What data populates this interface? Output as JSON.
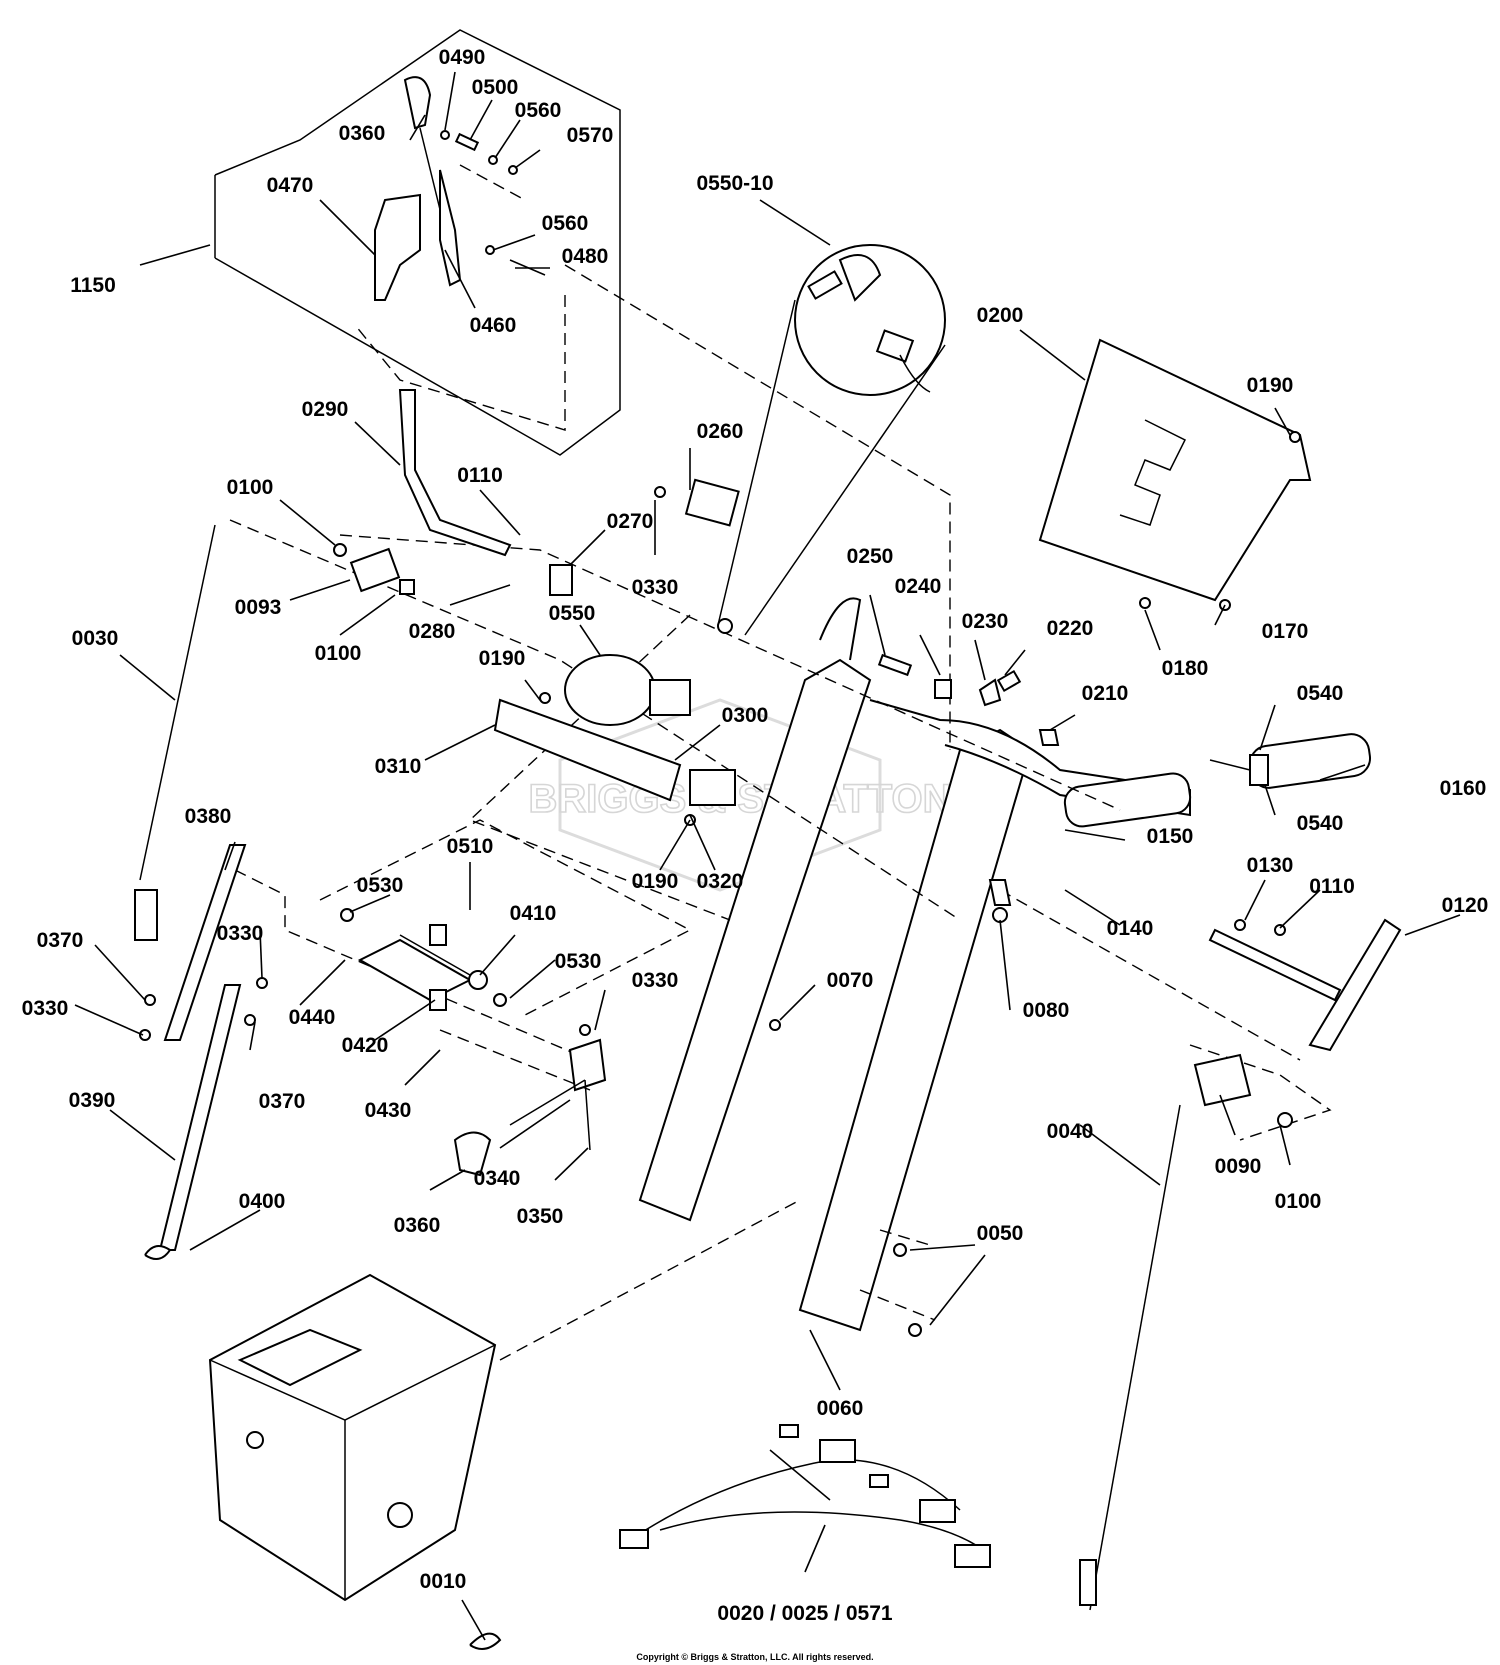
{
  "watermark": "BRIGGS & STRATTON",
  "copyright": "Copyright © Briggs & Stratton, LLC. All rights reserved.",
  "labels": {
    "p0490": "0490",
    "p0500": "0500",
    "p0360a": "0360",
    "p0560a": "0560",
    "p0570": "0570",
    "p0470": "0470",
    "p0560b": "0560",
    "p0480": "0480",
    "p1150": "1150",
    "p0460": "0460",
    "p0550_10": "0550-10",
    "p0200": "0200",
    "p0190a": "0190",
    "p0290": "0290",
    "p0260": "0260",
    "p0110a": "0110",
    "p0100a": "0100",
    "p0270": "0270",
    "p0330a": "0330",
    "p0093": "0093",
    "p0550": "0550",
    "p0280": "0280",
    "p0100b": "0100",
    "p0030": "0030",
    "p0190b": "0190",
    "p0250": "0250",
    "p0240": "0240",
    "p0230": "0230",
    "p0220": "0220",
    "p0170": "0170",
    "p0180": "0180",
    "p0210": "0210",
    "p0300": "0300",
    "p0310": "0310",
    "p0540a": "0540",
    "p0160": "0160",
    "p0540b": "0540",
    "p0380": "0380",
    "p0510": "0510",
    "p0150": "0150",
    "p0190c": "0190",
    "p0320": "0320",
    "p0530a": "0530",
    "p0410": "0410",
    "p0130": "0130",
    "p0110b": "0110",
    "p0120": "0120",
    "p0330b": "0330",
    "p0370a": "0370",
    "p0140": "0140",
    "p0530b": "0530",
    "p0330c": "0330",
    "p0440": "0440",
    "p0080": "0080",
    "p0070": "0070",
    "p0330d": "0330",
    "p0420": "0420",
    "p0370b": "0370",
    "p0430": "0430",
    "p0390": "0390",
    "p0040": "0040",
    "p0090": "0090",
    "p0100c": "0100",
    "p0340": "0340",
    "p0400": "0400",
    "p0350": "0350",
    "p0360b": "0360",
    "p0050": "0050",
    "p0060": "0060",
    "p0010": "0010",
    "p0020": "0020 / 0025 / 0571"
  }
}
